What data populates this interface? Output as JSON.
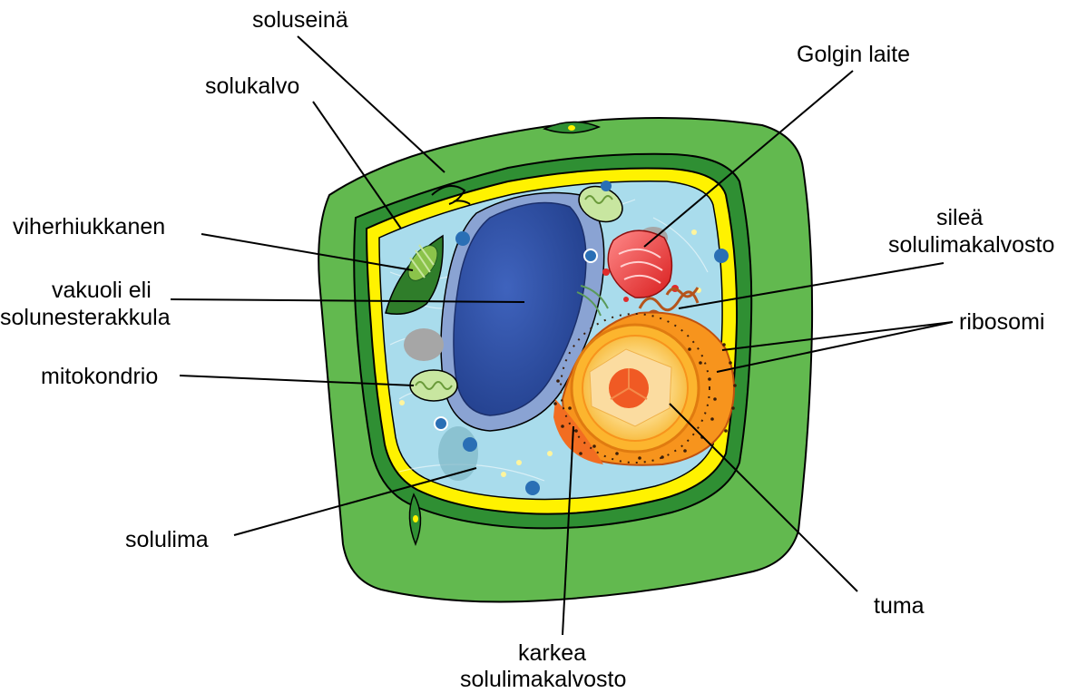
{
  "labels": {
    "soluseina": "soluseinä",
    "solukalvo": "solukalvo",
    "viherhiukkanen": "viherhiukkanen",
    "vakuoli_1": "vakuoli eli",
    "vakuoli_2": "solunesterakkula",
    "mitokondrio": "mitokondrio",
    "solulima": "solulima",
    "golgi": "Golgin laite",
    "silea_1": "sileä",
    "silea_2": "solulimakalvosto",
    "ribosomi": "ribosomi",
    "tuma": "tuma",
    "karkea_1": "karkea",
    "karkea_2": "solulimakalvosto"
  },
  "colors": {
    "cell_wall": "#62b94f",
    "cell_wall_dark": "#2c8a2f",
    "membrane": "#fff200",
    "cytoplasm": "#a9dcec",
    "vacuole": "#2f4ea2",
    "vacuole_membrane": "#7f96c9",
    "chloroplast": "#2f7d2a",
    "mitochondrion": "#c8e6a0",
    "golgi": "#ef3b3b",
    "nucleus_outer": "#f7941d",
    "nucleus_inner": "#fcd77f",
    "nucleolus": "#f05a24",
    "smooth_er": "#b5541c",
    "outline": "#000000"
  }
}
